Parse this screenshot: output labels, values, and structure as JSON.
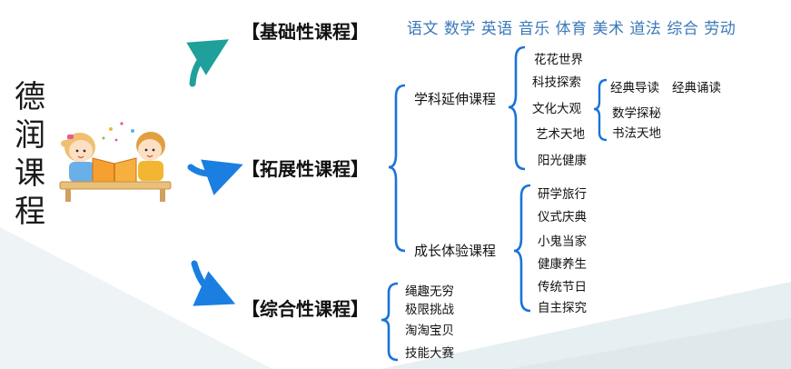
{
  "title_chars": [
    "德",
    "润",
    "课",
    "程"
  ],
  "colors": {
    "brace": "#1a73d8",
    "arrow_blue": "#1a7fe0",
    "arrow_teal": "#1fa09a",
    "basic_text": "#3a78b8",
    "background_band": "#e8f1f2"
  },
  "categories": {
    "basic": "【基础性课程】",
    "expand": "【拓展性课程】",
    "comprehensive": "【综合性课程】"
  },
  "basic_subjects": "语文 数学 英语 音乐 体育 美术 道法 综合 劳动",
  "expand": {
    "academic": {
      "label": "学科延伸课程",
      "items": [
        "花花世界",
        "科技探索",
        "文化大观",
        "艺术天地",
        "阳光健康"
      ],
      "culture_sub": {
        "row1_a": "经典导读",
        "row1_b": "经典诵读",
        "row2": "数学探秘",
        "row3": "书法天地"
      }
    },
    "growth": {
      "label": "成长体验课程",
      "items": [
        "研学旅行",
        "仪式庆典",
        "小鬼当家",
        "健康养生",
        "传统节日",
        "自主探究"
      ]
    }
  },
  "comprehensive_items": [
    "绳趣无穷",
    "极限挑战",
    "淘淘宝贝",
    "技能大赛"
  ],
  "illustration": "children-reading-book-illustration"
}
